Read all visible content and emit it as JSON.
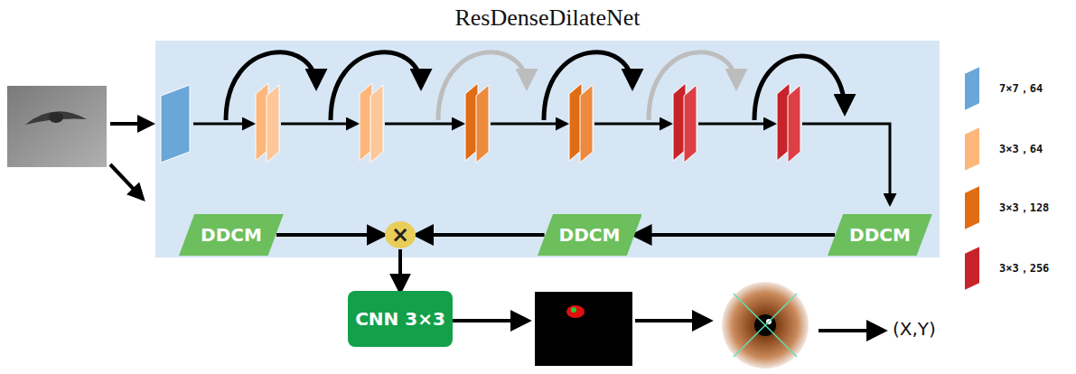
{
  "diagram": {
    "nodes": [
      {
        "text": [
          "ResDenseDilateNet"
        ]
      },
      {
        "text": [
          "DDCM"
        ],
        "in": 0
      },
      {
        "text": [
          "DDCM"
        ],
        "in": 0
      },
      {
        "text": [
          "DDCM"
        ],
        "in": 0
      },
      {
        "text": [
          "×"
        ],
        "in": 0
      },
      {
        "text": [
          "CNN 3×3"
        ]
      }
    ],
    "edges": [
      {
        "from": 3,
        "to": 2,
        "arrow": "to"
      },
      {
        "from": 2,
        "to": 4,
        "arrow": "to"
      },
      {
        "from": 1,
        "to": 4,
        "arrow": "to"
      },
      {
        "from": 4,
        "to": 5,
        "arrow": "to"
      }
    ],
    "labels": [
      "(X,Y)"
    ],
    "legend": [
      {
        "text": "7×7，64",
        "color": "#6aa6d8"
      },
      {
        "text": "3×3，64",
        "color": "#fdb77a"
      },
      {
        "text": "3×3，128",
        "color": "#e06c14"
      },
      {
        "text": "3×3，256",
        "color": "#c8232b"
      }
    ]
  }
}
